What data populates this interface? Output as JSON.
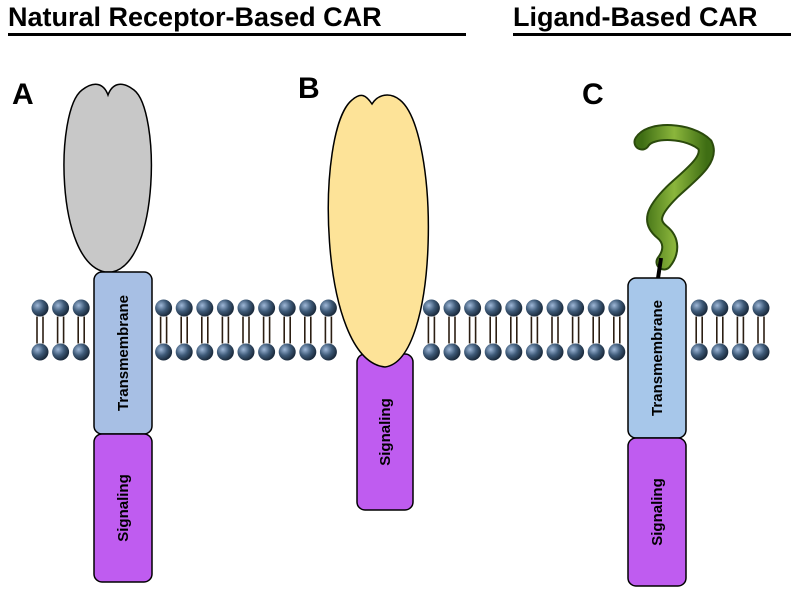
{
  "headings": {
    "natural": "Natural Receptor-Based CAR",
    "ligand": "Ligand-Based CAR"
  },
  "panels": {
    "a": {
      "letter": "A",
      "transmembrane_label": "Transmembrane",
      "signaling_label": "Signaling"
    },
    "b": {
      "letter": "B",
      "signaling_label": "Signaling"
    },
    "c": {
      "letter": "C",
      "transmembrane_label": "Transmembrane",
      "signaling_label": "Signaling"
    }
  },
  "colors": {
    "receptor_a": "#c8c8c8",
    "receptor_b": "#fde398",
    "ligand_c": "#6e9a2a",
    "transmembrane": "#a7bfe4",
    "signaling": "#bf5cf0",
    "lipid_head": "#3e5a78",
    "lipid_tail": "#2b1e12"
  }
}
